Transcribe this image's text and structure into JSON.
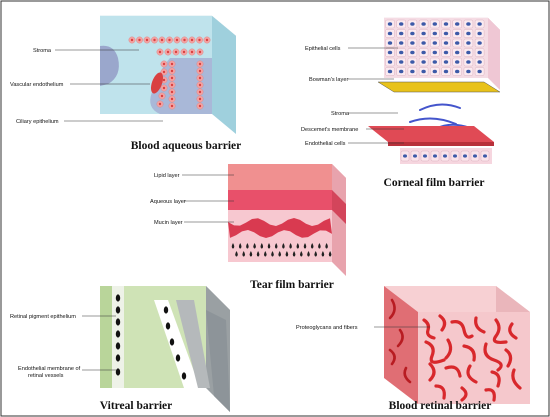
{
  "panels": {
    "blood_aqueous": {
      "title": "Blood aqueous barrier",
      "labels": {
        "stroma": "Stroma",
        "vascular": "Vascular endothelium",
        "ciliary": "Ciliary epithelium"
      }
    },
    "corneal": {
      "title": "Corneal film barrier",
      "labels": {
        "epithelial": "Epithelial cells",
        "bowman": "Bowman's layer",
        "stroma": "Stroma",
        "descemet": "Descemet's membrane",
        "endothelial": "Endothelial cells"
      }
    },
    "tear_film": {
      "title": "Tear film barrier",
      "labels": {
        "lipid": "Lipid layer",
        "aqueous": "Aqueous layer",
        "mucin": "Mucin layer"
      }
    },
    "vitreal": {
      "title": "Vitreal barrier",
      "labels": {
        "rpe": "Retinal pigment epithelium",
        "endo_1": "Endothelial membrane of",
        "endo_2": "retinal vessels"
      }
    },
    "blood_retinal": {
      "title": "Blood retinal barrier",
      "labels": {
        "proteo": "Proteoglycans and fibers"
      }
    }
  },
  "colors": {
    "frame": "#333333",
    "aqueous_block": "#bfe3ec",
    "aqueous_core": "#a9b8d8",
    "cell_pink": "#f3a3a3",
    "cell_red": "#d94040",
    "corneal_block": "#f5dce4",
    "bowman_yellow": "#e8c21a",
    "descemet_red": "#e04a55",
    "fiber_blue": "#4455cc",
    "tear_top": "#f09090",
    "tear_mid": "#e8506a",
    "tear_base": "#f7c8d0",
    "mucin_red": "#d93a50",
    "vitreal_green": "#cfe3b6",
    "vitreal_grey": "#b5b9bb",
    "retinal_pink": "#f5c8cc",
    "retinal_fiber": "#d8282c"
  }
}
